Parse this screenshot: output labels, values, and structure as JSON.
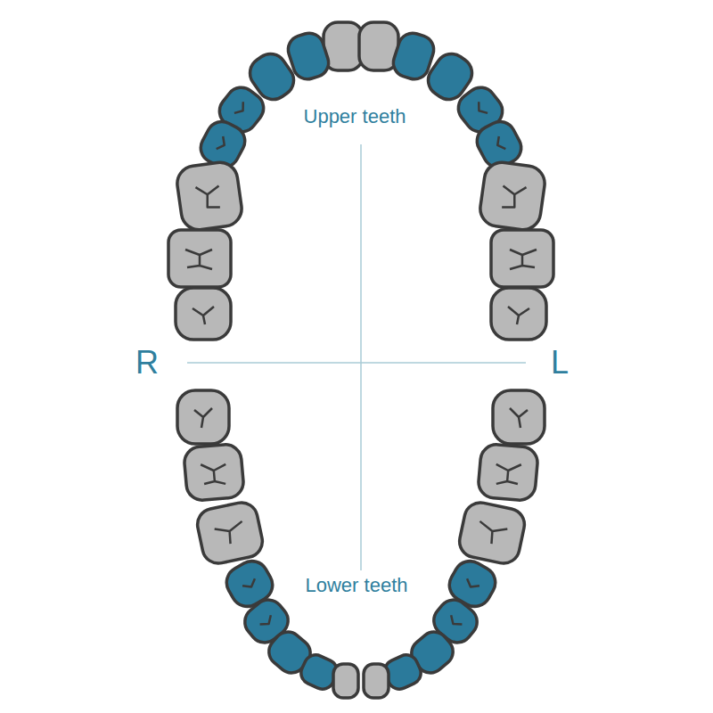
{
  "diagram": {
    "labels": [
      "Upper teeth",
      "R",
      "L",
      "Lower teeth"
    ]
  }
}
